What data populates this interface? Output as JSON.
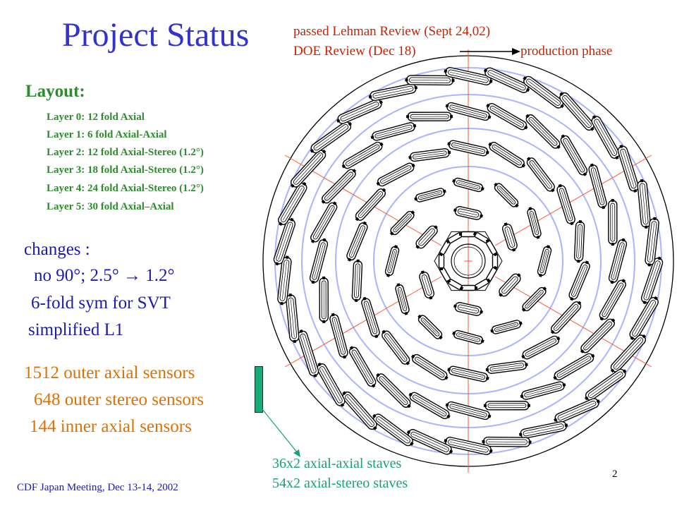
{
  "title": "Project Status",
  "reviews": {
    "lehman": "passed Lehman Review (Sept 24,02)",
    "doe": "DOE Review (Dec 18)",
    "phase": "production phase"
  },
  "layout": {
    "heading": "Layout:",
    "layers": [
      "Layer 0: 12 fold  Axial",
      "Layer 1:   6 fold Axial-Axial",
      "Layer 2: 12 fold Axial-Stereo (1.2°)",
      "Layer 3: 18 fold Axial-Stereo (1.2°)",
      "Layer 4: 24 fold Axial-Stereo (1.2°)",
      "Layer 5: 30 fold Axial–Axial"
    ]
  },
  "changes": {
    "title": "changes :",
    "angle": "no 90°; 2.5°  →  1.2°",
    "symmetry": "6-fold sym for SVT",
    "l1": "simplified L1"
  },
  "sensors": [
    "1512 outer axial sensors",
    "648 outer stereo sensors",
    "144 inner axial sensors"
  ],
  "staves": [
    "36x2 axial-axial staves",
    "54x2 axial-stereo staves"
  ],
  "footer": "CDF Japan Meeting, Dec 13-14, 2002",
  "page_number": "2",
  "colors": {
    "title": "#3333cc",
    "review": "#cc2200",
    "layout": "#2e8b2e",
    "changes": "#1a1ab0",
    "sensors": "#e07000",
    "staves": "#1aa07a",
    "stave_bar": "#1aaa7a",
    "detector_ring": "#aab4ff",
    "detector_line": "#ff5533"
  },
  "detector": {
    "layer_fold_counts": [
      12,
      6,
      12,
      18,
      24,
      30
    ]
  }
}
